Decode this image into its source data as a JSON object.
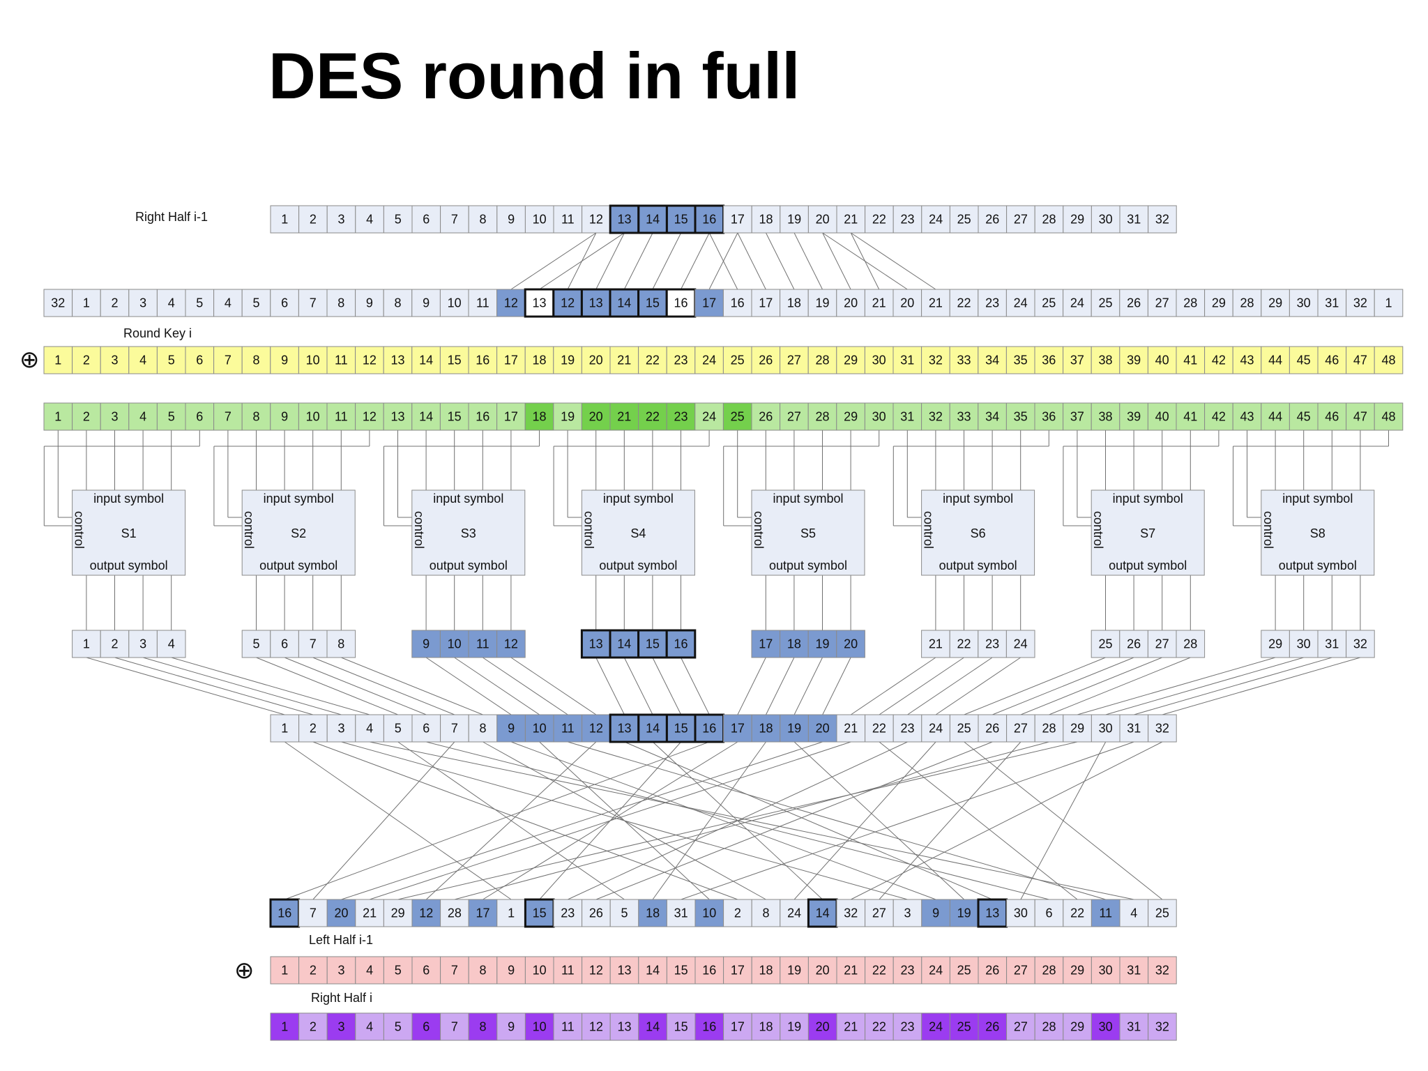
{
  "title": "DES round in full",
  "labels": {
    "right_half_prev": "Right Half i-1",
    "round_key": "Round Key i",
    "left_half_prev": "Left Half i-1",
    "right_half_new": "Right Half i",
    "xor_symbol": "⊕"
  },
  "sbox_text": {
    "input": "input symbol",
    "output": "output symbol",
    "control": "control"
  },
  "sboxes": [
    "S1",
    "S2",
    "S3",
    "S4",
    "S5",
    "S6",
    "S7",
    "S8"
  ],
  "colors": {
    "light_cell": "#e8edf7",
    "blue_cell": "#7b9ad0",
    "yellow_cell": "#fbfb9b",
    "light_green": "#b9e8a0",
    "bright_green": "#74d04c",
    "pink_cell": "#f8c8c8",
    "light_purple": "#cca8f2",
    "dark_purple": "#9b3cf0",
    "cell_border": "#8a8a8a",
    "line": "#707070"
  },
  "rows": {
    "right_prev": [
      1,
      2,
      3,
      4,
      5,
      6,
      7,
      8,
      9,
      10,
      11,
      12,
      13,
      14,
      15,
      16,
      17,
      18,
      19,
      20,
      21,
      22,
      23,
      24,
      25,
      26,
      27,
      28,
      29,
      30,
      31,
      32
    ],
    "right_prev_blue": [
      13,
      14,
      15,
      16
    ],
    "expanded": [
      32,
      1,
      2,
      3,
      4,
      5,
      4,
      5,
      6,
      7,
      8,
      9,
      8,
      9,
      10,
      11,
      12,
      13,
      12,
      13,
      14,
      15,
      16,
      17,
      16,
      17,
      18,
      19,
      20,
      21,
      20,
      21,
      22,
      23,
      24,
      25,
      24,
      25,
      26,
      27,
      28,
      29,
      28,
      29,
      30,
      31,
      32,
      1
    ],
    "expanded_blue": [
      17,
      19,
      20,
      21,
      22,
      24
    ],
    "expanded_white_bold": [
      18,
      23
    ],
    "expanded_bold": [
      19,
      20,
      21,
      22
    ],
    "round_key": [
      1,
      2,
      3,
      4,
      5,
      6,
      7,
      8,
      9,
      10,
      11,
      12,
      13,
      14,
      15,
      16,
      17,
      18,
      19,
      20,
      21,
      22,
      23,
      24,
      25,
      26,
      27,
      28,
      29,
      30,
      31,
      32,
      33,
      34,
      35,
      36,
      37,
      38,
      39,
      40,
      41,
      42,
      43,
      44,
      45,
      46,
      47,
      48
    ],
    "xor_result": [
      1,
      2,
      3,
      4,
      5,
      6,
      7,
      8,
      9,
      10,
      11,
      12,
      13,
      14,
      15,
      16,
      17,
      18,
      19,
      20,
      21,
      22,
      23,
      24,
      25,
      26,
      27,
      28,
      29,
      30,
      31,
      32,
      33,
      34,
      35,
      36,
      37,
      38,
      39,
      40,
      41,
      42,
      43,
      44,
      45,
      46,
      47,
      48
    ],
    "xor_result_bright": [
      18,
      20,
      21,
      22,
      23,
      25
    ],
    "sbox_outputs": [
      [
        1,
        2,
        3,
        4
      ],
      [
        5,
        6,
        7,
        8
      ],
      [
        9,
        10,
        11,
        12
      ],
      [
        13,
        14,
        15,
        16
      ],
      [
        17,
        18,
        19,
        20
      ],
      [
        21,
        22,
        23,
        24
      ],
      [
        25,
        26,
        27,
        28
      ],
      [
        29,
        30,
        31,
        32
      ]
    ],
    "sbox_outputs_blue_groups": [
      2,
      3,
      4
    ],
    "sbox_outputs_bold_group": 3,
    "collected": [
      1,
      2,
      3,
      4,
      5,
      6,
      7,
      8,
      9,
      10,
      11,
      12,
      13,
      14,
      15,
      16,
      17,
      18,
      19,
      20,
      21,
      22,
      23,
      24,
      25,
      26,
      27,
      28,
      29,
      30,
      31,
      32
    ],
    "collected_blue": [
      9,
      10,
      11,
      12,
      13,
      14,
      15,
      16,
      17,
      18,
      19,
      20
    ],
    "collected_bold": [
      13,
      14,
      15,
      16
    ],
    "permuted": [
      16,
      7,
      20,
      21,
      29,
      12,
      28,
      17,
      1,
      15,
      23,
      26,
      5,
      18,
      31,
      10,
      2,
      8,
      24,
      14,
      32,
      27,
      3,
      9,
      19,
      13,
      30,
      6,
      22,
      11,
      4,
      25
    ],
    "permuted_blue": [
      16,
      20,
      12,
      17,
      15,
      18,
      10,
      14,
      9,
      19,
      13,
      11
    ],
    "permuted_bold": [
      16,
      15,
      14,
      13
    ],
    "left_prev": [
      1,
      2,
      3,
      4,
      5,
      6,
      7,
      8,
      9,
      10,
      11,
      12,
      13,
      14,
      15,
      16,
      17,
      18,
      19,
      20,
      21,
      22,
      23,
      24,
      25,
      26,
      27,
      28,
      29,
      30,
      31,
      32
    ],
    "right_new": [
      1,
      2,
      3,
      4,
      5,
      6,
      7,
      8,
      9,
      10,
      11,
      12,
      13,
      14,
      15,
      16,
      17,
      18,
      19,
      20,
      21,
      22,
      23,
      24,
      25,
      26,
      27,
      28,
      29,
      30,
      31,
      32
    ],
    "right_new_dark": [
      1,
      3,
      6,
      8,
      10,
      14,
      16,
      20,
      24,
      25,
      26,
      30
    ]
  }
}
